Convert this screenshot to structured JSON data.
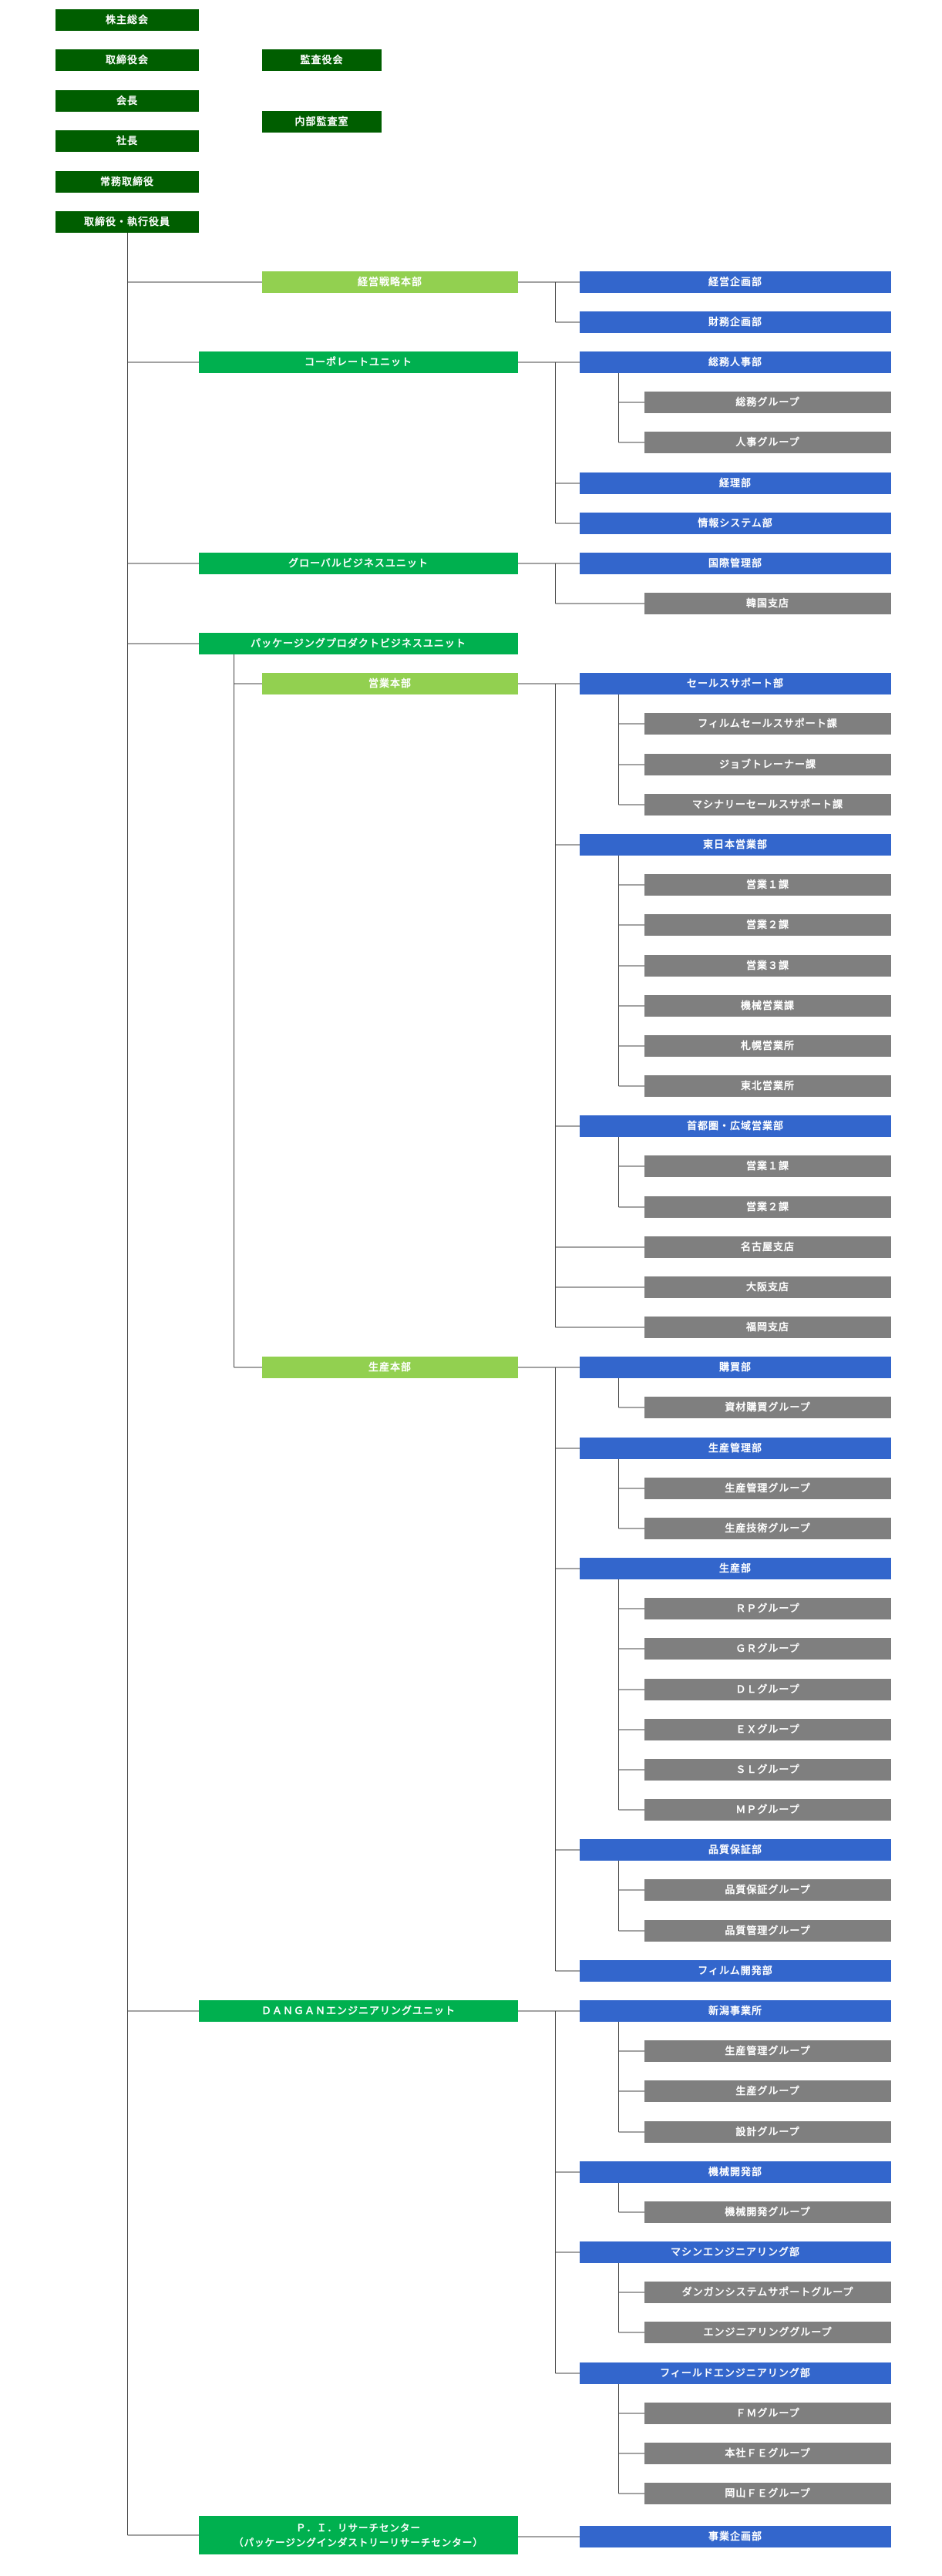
{
  "colors": {
    "executive": "#005e00",
    "unit": "#00b04f",
    "headquarters": "#92d050",
    "department": "#3366cc",
    "group": "#7f7f7f",
    "line": "#444444"
  },
  "nodes": [
    {
      "id": "shareholders",
      "label": "株主総会",
      "level": "executive"
    },
    {
      "id": "board",
      "label": "取締役会",
      "level": "executive"
    },
    {
      "id": "audit-board",
      "label": "監査役会",
      "level": "executive"
    },
    {
      "id": "chairman",
      "label": "会長",
      "level": "executive"
    },
    {
      "id": "internal-audit",
      "label": "内部監査室",
      "level": "executive"
    },
    {
      "id": "president",
      "label": "社長",
      "level": "executive"
    },
    {
      "id": "managing-directors",
      "label": "常務取締役",
      "level": "executive"
    },
    {
      "id": "officers",
      "label": "取締役・執行役員",
      "level": "executive"
    },
    {
      "id": "strategy-hq",
      "label": "経営戦略本部",
      "level": "headquarters"
    },
    {
      "id": "corp-planning",
      "label": "経営企画部",
      "level": "department"
    },
    {
      "id": "finance-planning",
      "label": "財務企画部",
      "level": "department"
    },
    {
      "id": "corporate-unit",
      "label": "コーポレートユニット",
      "level": "unit"
    },
    {
      "id": "general-hr",
      "label": "総務人事部",
      "level": "department"
    },
    {
      "id": "general-affairs-group",
      "label": "総務グループ",
      "level": "group"
    },
    {
      "id": "hr-group",
      "label": "人事グループ",
      "level": "group"
    },
    {
      "id": "accounting",
      "label": "経理部",
      "level": "department"
    },
    {
      "id": "it-systems",
      "label": "情報システム部",
      "level": "department"
    },
    {
      "id": "global-unit",
      "label": "グローバルビジネスユニット",
      "level": "unit"
    },
    {
      "id": "intl-management",
      "label": "国際管理部",
      "level": "department"
    },
    {
      "id": "korea-branch",
      "label": "韓国支店",
      "level": "group"
    },
    {
      "id": "packaging-unit",
      "label": "パッケージングプロダクトビジネスユニット",
      "level": "unit"
    },
    {
      "id": "sales-hq",
      "label": "営業本部",
      "level": "headquarters"
    },
    {
      "id": "sales-support",
      "label": "セールスサポート部",
      "level": "department"
    },
    {
      "id": "film-sales-support",
      "label": "フィルムセールスサポート課",
      "level": "group"
    },
    {
      "id": "job-trainer",
      "label": "ジョブトレーナー課",
      "level": "group"
    },
    {
      "id": "machinery-sales-support",
      "label": "マシナリーセールスサポート課",
      "level": "group"
    },
    {
      "id": "east-japan-sales",
      "label": "東日本営業部",
      "level": "department"
    },
    {
      "id": "east-sales-1",
      "label": "営業１課",
      "level": "group"
    },
    {
      "id": "east-sales-2",
      "label": "営業２課",
      "level": "group"
    },
    {
      "id": "east-sales-3",
      "label": "営業３課",
      "level": "group"
    },
    {
      "id": "machine-sales",
      "label": "機械営業課",
      "level": "group"
    },
    {
      "id": "sapporo-office",
      "label": "札幌営業所",
      "level": "group"
    },
    {
      "id": "tohoku-office",
      "label": "東北営業所",
      "level": "group"
    },
    {
      "id": "metro-sales",
      "label": "首都圏・広域営業部",
      "level": "department"
    },
    {
      "id": "metro-sales-1",
      "label": "営業１課",
      "level": "group"
    },
    {
      "id": "metro-sales-2",
      "label": "営業２課",
      "level": "group"
    },
    {
      "id": "nagoya-branch",
      "label": "名古屋支店",
      "level": "group"
    },
    {
      "id": "osaka-branch",
      "label": "大阪支店",
      "level": "group"
    },
    {
      "id": "fukuoka-branch",
      "label": "福岡支店",
      "level": "group"
    },
    {
      "id": "production-hq",
      "label": "生産本部",
      "level": "headquarters"
    },
    {
      "id": "purchasing",
      "label": "購買部",
      "level": "department"
    },
    {
      "id": "materials-group",
      "label": "資材購買グループ",
      "level": "group"
    },
    {
      "id": "production-control",
      "label": "生産管理部",
      "level": "department"
    },
    {
      "id": "production-control-group",
      "label": "生産管理グループ",
      "level": "group"
    },
    {
      "id": "production-tech-group",
      "label": "生産技術グループ",
      "level": "group"
    },
    {
      "id": "production",
      "label": "生産部",
      "level": "department"
    },
    {
      "id": "rp-group",
      "label": "ＲＰグループ",
      "level": "group"
    },
    {
      "id": "gr-group",
      "label": "ＧＲグループ",
      "level": "group"
    },
    {
      "id": "dl-group",
      "label": "ＤＬグループ",
      "level": "group"
    },
    {
      "id": "ex-group",
      "label": "ＥＸグループ",
      "level": "group"
    },
    {
      "id": "sl-group",
      "label": "ＳＬグループ",
      "level": "group"
    },
    {
      "id": "mp-group",
      "label": "ＭＰグループ",
      "level": "group"
    },
    {
      "id": "quality-assurance",
      "label": "品質保証部",
      "level": "department"
    },
    {
      "id": "qa-group",
      "label": "品質保証グループ",
      "level": "group"
    },
    {
      "id": "qc-group",
      "label": "品質管理グループ",
      "level": "group"
    },
    {
      "id": "film-development",
      "label": "フィルム開発部",
      "level": "department"
    },
    {
      "id": "dangan-unit",
      "label": "ＤＡＮＧＡＮエンジニアリングユニット",
      "level": "unit"
    },
    {
      "id": "niigata-office",
      "label": "新潟事業所",
      "level": "department"
    },
    {
      "id": "niigata-production-control",
      "label": "生産管理グループ",
      "level": "group"
    },
    {
      "id": "niigata-production",
      "label": "生産グループ",
      "level": "group"
    },
    {
      "id": "design-group",
      "label": "設計グループ",
      "level": "group"
    },
    {
      "id": "machine-development",
      "label": "機械開発部",
      "level": "department"
    },
    {
      "id": "machine-development-group",
      "label": "機械開発グループ",
      "level": "group"
    },
    {
      "id": "machine-engineering",
      "label": "マシンエンジニアリング部",
      "level": "department"
    },
    {
      "id": "dangan-system-support",
      "label": "ダンガンシステムサポートグループ",
      "level": "group"
    },
    {
      "id": "engineering-group",
      "label": "エンジニアリンググループ",
      "level": "group"
    },
    {
      "id": "field-engineering",
      "label": "フィールドエンジニアリング部",
      "level": "department"
    },
    {
      "id": "fm-group",
      "label": "ＦＭグループ",
      "level": "group"
    },
    {
      "id": "hq-fe-group",
      "label": "本社ＦＥグループ",
      "level": "group"
    },
    {
      "id": "okayama-fe-group",
      "label": "岡山ＦＥグループ",
      "level": "group"
    },
    {
      "id": "pi-research-center",
      "label": "Ｐ．Ｉ．リサーチセンター\n（パッケージングインダストリーリサーチセンター）",
      "level": "unit"
    },
    {
      "id": "business-planning",
      "label": "事業企画部",
      "level": "department"
    }
  ]
}
